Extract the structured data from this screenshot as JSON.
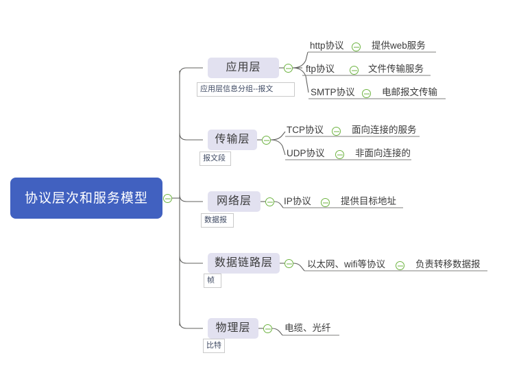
{
  "mindmap": {
    "root": {
      "label": "协议层次和服务模型",
      "color": "#4161c0",
      "text_color": "#ffffff",
      "toggle_icon": "collapse-minus-icon"
    },
    "branch_color": "#e2e1f0",
    "toggle_color": "#6cb33f",
    "link_color": "#60605e",
    "branches": [
      {
        "label": "应用层",
        "note": "应用层信息分组--报文",
        "toggle_icon": "collapse-minus-icon",
        "children": [
          {
            "label": "http协议",
            "toggle_icon": "collapse-minus-icon",
            "detail": "提供web服务"
          },
          {
            "label": "ftp协议",
            "toggle_icon": "collapse-minus-icon",
            "detail": "文件传输服务"
          },
          {
            "label": "SMTP协议",
            "toggle_icon": "collapse-minus-icon",
            "detail": "电邮报文传输"
          }
        ]
      },
      {
        "label": "传输层",
        "note": "报文段",
        "toggle_icon": "collapse-minus-icon",
        "children": [
          {
            "label": "TCP协议",
            "toggle_icon": "collapse-minus-icon",
            "detail": "面向连接的服务"
          },
          {
            "label": "UDP协议",
            "toggle_icon": "collapse-minus-icon",
            "detail": "非面向连接的"
          }
        ]
      },
      {
        "label": "网络层",
        "note": "数据报",
        "toggle_icon": "collapse-minus-icon",
        "children": [
          {
            "label": "IP协议",
            "toggle_icon": "collapse-minus-icon",
            "detail": "提供目标地址"
          }
        ]
      },
      {
        "label": "数据链路层",
        "note": "帧",
        "toggle_icon": "collapse-minus-icon",
        "children": [
          {
            "label": "以太网、wifi等协议",
            "toggle_icon": "collapse-minus-icon",
            "detail": "负责转移数据报"
          }
        ]
      },
      {
        "label": "物理层",
        "note": "比特",
        "toggle_icon": "collapse-minus-icon",
        "children": [
          {
            "label": "电缆、光纤",
            "toggle_icon": null,
            "detail": null
          }
        ]
      }
    ]
  }
}
